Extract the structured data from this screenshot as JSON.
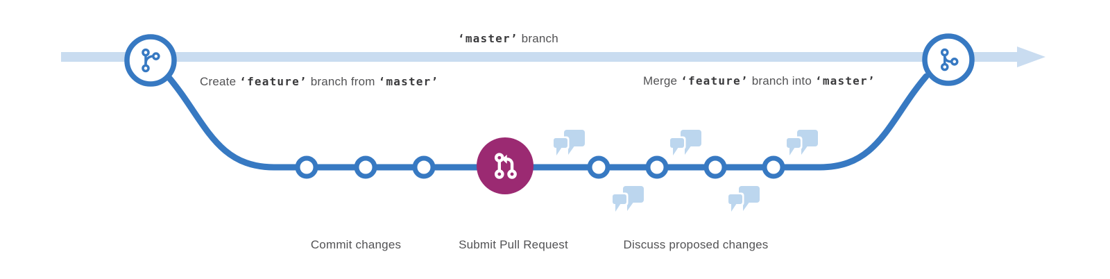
{
  "labels": {
    "master": {
      "code": "‘master’",
      "rest": "branch"
    },
    "create": {
      "p1": "Create",
      "code1": "‘feature’",
      "p2": "branch from",
      "code2": "‘master’"
    },
    "merge": {
      "p1": "Merge",
      "code1": "‘feature’",
      "p2": "branch into",
      "code2": "‘master’"
    },
    "steps": [
      {
        "label": "Commit changes"
      },
      {
        "label": "Submit Pull Request"
      },
      {
        "label": "Discuss proposed changes"
      }
    ]
  },
  "icons": {
    "left_node": "git-branch-icon",
    "right_node": "git-merge-icon",
    "center_node": "pull-request-icon",
    "discussion": "chat-bubbles-icon"
  },
  "colors": {
    "branch_blue": "#3779C2",
    "master_light_blue": "#C9DCF0",
    "bubble_blue": "#BCD6EE",
    "pull_request_purple": "#9B2A72",
    "text_gray": "#525254",
    "code_text": "#3A3A3C",
    "background": "#FFFFFF"
  },
  "commit_dots_count": 7
}
